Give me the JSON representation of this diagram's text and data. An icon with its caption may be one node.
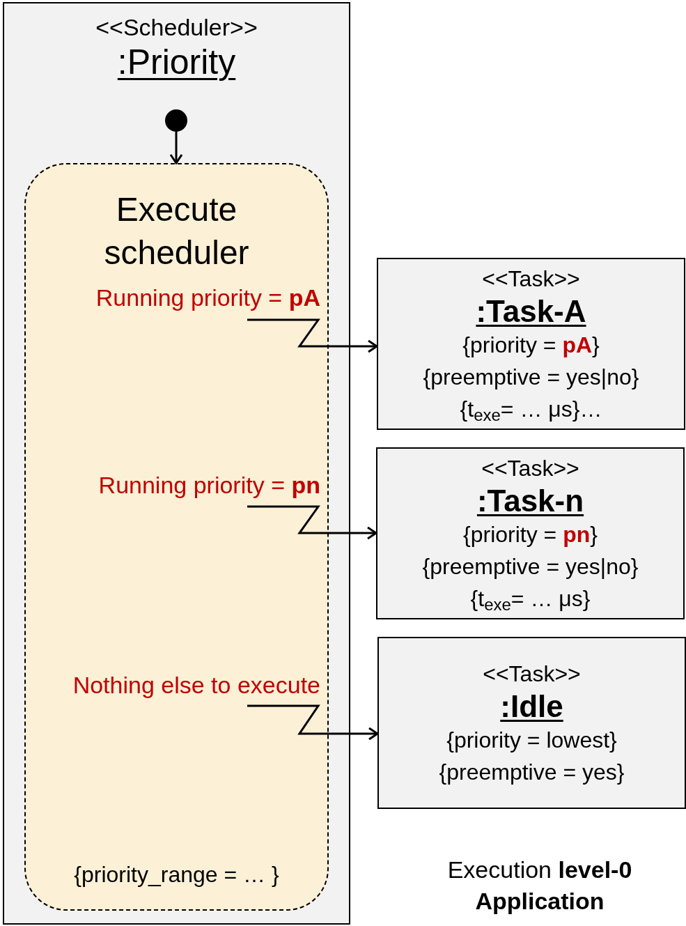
{
  "diagram": {
    "nodes": [
      {
        "text": [
          "<<Scheduler>>",
          ":Priority"
        ]
      },
      {
        "text": [],
        "shape": "circle",
        "in": 0
      },
      {
        "text": [
          "Execute scheduler",
          "{priority_range = … }"
        ],
        "in": 0
      },
      {
        "text": [
          "<<Task>>",
          ":Task-A",
          "{priority = **pA**}",
          "{preemptive = yes|no}",
          "{t$_{exe}$= … μs}…"
        ]
      },
      {
        "text": [
          "<<Task>>",
          ":Task-n",
          "{priority = **pn**}",
          "{preemptive = yes|no}",
          "{t$_{exe}$= … μs}"
        ]
      },
      {
        "text": [
          "<<Task>>",
          ":Idle",
          "{priority = lowest}",
          "{preemptive = yes}"
        ]
      }
    ],
    "edges": [
      {
        "from": 1,
        "to": 2,
        "arrow": "to"
      },
      {
        "from": 2,
        "to": 3,
        "arrow": "to",
        "label": "Running priority = **pA**"
      },
      {
        "from": 2,
        "to": 4,
        "arrow": "to",
        "label": "Running priority = **pn**"
      },
      {
        "from": 2,
        "to": 5,
        "arrow": "to",
        "label": "Nothing else to execute"
      }
    ],
    "labels": [
      "Execution **level-0 Application**"
    ]
  }
}
